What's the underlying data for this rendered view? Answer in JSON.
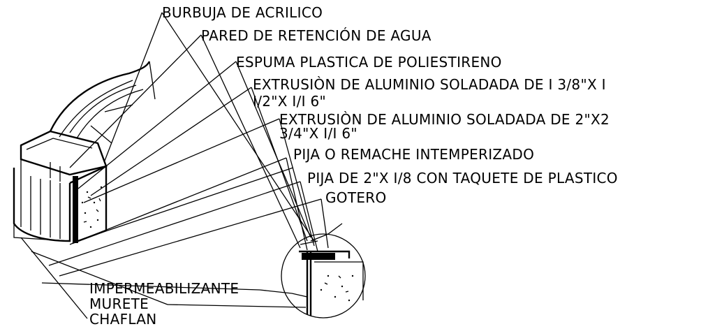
{
  "labels": {
    "burbuja": "BURBUJA DE ACRILICO",
    "pared": "PARED DE RETENCIÓN  DE AGUA",
    "espuma": "ESPUMA PLASTICA DE POLIESTIRENO",
    "extrusion1_line1": "EXTRUSIÒN DE ALUMINIO SOLADADA DE I  3/8\"X I",
    "extrusion1_line2": "I/2\"X I/I 6\"",
    "extrusion2_line1": "EXTRUSIÒN DE ALUMINIO SOLADADA DE 2\"X2",
    "extrusion2_line2": "3/4\"X I/I 6\"",
    "pija_remache": "PIJA O REMACHE INTEMPERIZADO",
    "pija_taquete": "PIJA DE 2\"X I/8 CON TAQUETE DE PLASTICO",
    "gotero": "GOTERO",
    "impermeabilizante": "IMPERMEABILIZANTE",
    "murete": "MURETE",
    "chaflan": "CHAFLAN"
  }
}
